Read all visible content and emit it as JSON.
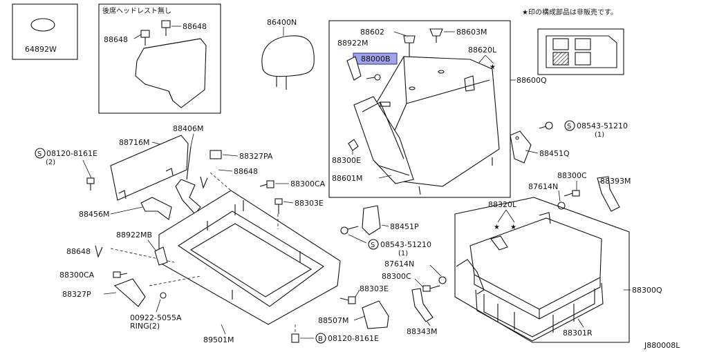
{
  "notes": {
    "no_headrest": "後席ヘッドレスト無し",
    "not_sold": "★印の構成部品は非販売です。",
    "diagram_code": "J880008L"
  },
  "labels": {
    "p64892w": "64892W",
    "p88648_a": "88648",
    "p88648_b": "88648",
    "p86400n": "86400N",
    "p88602": "88602",
    "p88603m": "88603M",
    "p88922m": "88922M",
    "p88000b": "88000B",
    "p88620l": "88620L",
    "p88600q": "88600Q",
    "p88716m": "88716M",
    "p88406m": "88406M",
    "p08120_top": "08120-8161E",
    "p08120_top_qty": "(2)",
    "p88327pa": "88327PA",
    "p88648_c": "88648",
    "p88300ca_a": "88300CA",
    "p88303e_a": "88303E",
    "p88456m": "88456M",
    "p88300e": "88300E",
    "p88601m": "88601M",
    "p08543_a": "08543-51210",
    "p08543_a_qty": "(1)",
    "p88451q": "88451Q",
    "p88300c_a": "88300C",
    "p87614n_a": "87614N",
    "p88393m": "88393M",
    "p88320l": "88320L",
    "p88451p": "88451P",
    "p08543_b": "08543-51210",
    "p08543_b_qty": "(1)",
    "p88922mb": "88922MB",
    "p88648_d": "88648",
    "p88300ca_b": "88300CA",
    "p88327p": "88327P",
    "p00922": "00922-5055A",
    "p00922_ring": "RING(2)",
    "p89501m": "89501M",
    "p87614n_b": "87614N",
    "p88300c_b": "88300C",
    "p88303e_b": "88303E",
    "p88507m": "88507M",
    "p88343m": "88343M",
    "p88300q": "88300Q",
    "p88301r": "88301R",
    "p08120_bot": "08120-8161E"
  },
  "callouts": {
    "s_symbol": "S",
    "b_symbol": "B",
    "star": "★"
  },
  "colors": {
    "highlight": "#9fa3e8",
    "line": "#111111"
  }
}
